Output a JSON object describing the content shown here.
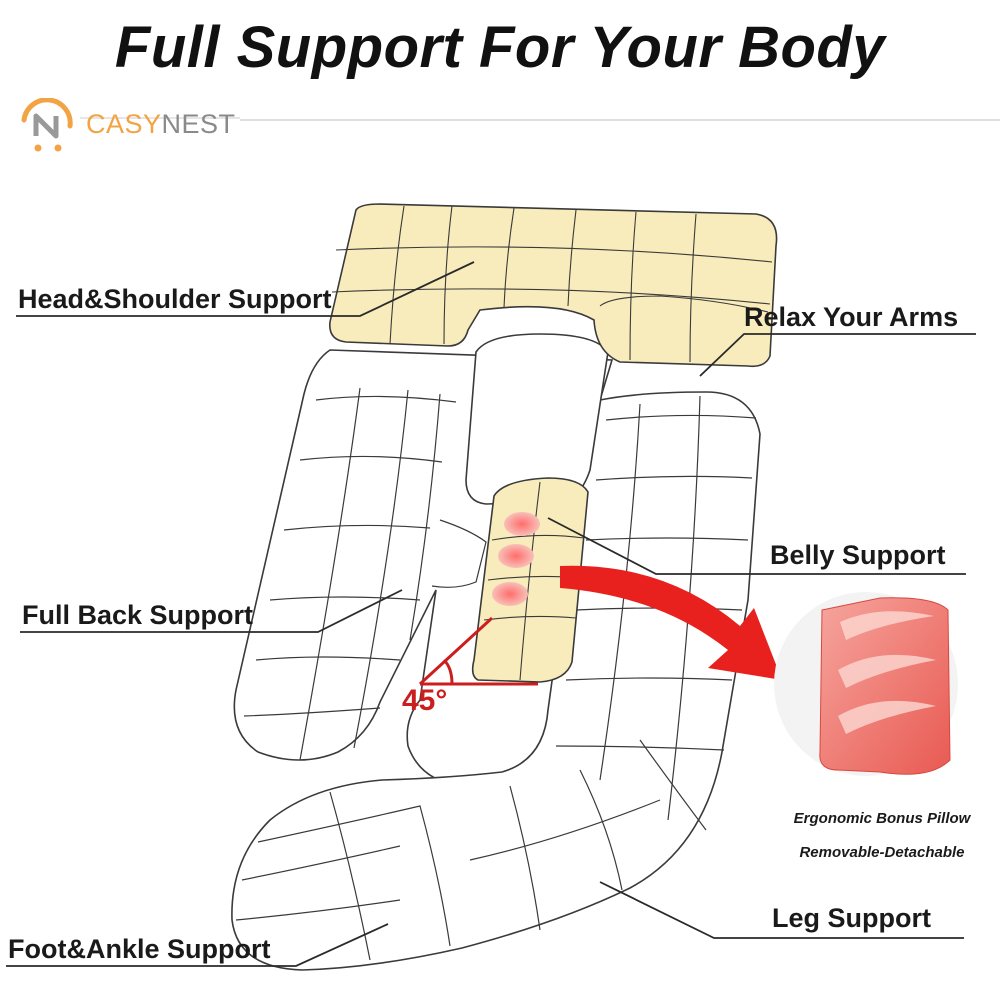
{
  "title": "Full Support For Your Body",
  "brand": {
    "name_left": "CASY",
    "name_right": "NEST",
    "colors": {
      "orange": "#f2a444",
      "gray": "#8a8a8a"
    }
  },
  "labels": {
    "head_shoulder": "Head&Shoulder Support",
    "relax_arms": "Relax Your Arms",
    "belly": "Belly Support",
    "full_back": "Full Back Support",
    "leg": "Leg Support",
    "foot_ankle": "Foot&Ankle Support"
  },
  "angle": "45°",
  "bonus": {
    "line1": "Ergonomic Bonus Pillow",
    "line2": "Removable-Detachable"
  },
  "colors": {
    "cushion_fill": "#f8ecbc",
    "outline": "#3a3a3a",
    "accent_red": "#e8201e",
    "bonus_pillow": "#f07a72"
  }
}
